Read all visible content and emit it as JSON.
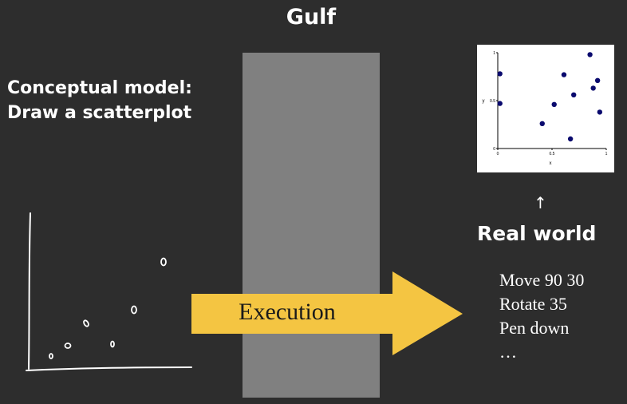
{
  "gulf_title": "Gulf",
  "conceptual_model": {
    "line1": "Conceptual model:",
    "line2": "Draw a scatterplot"
  },
  "execution_label": "Execution",
  "real_world_label": "Real world",
  "up_arrow_glyph": "↑",
  "commands": [
    "Move 90 30",
    "Rotate 35",
    "Pen down",
    "…"
  ],
  "colors": {
    "background": "#2d2d2d",
    "gulf_bar": "#808080",
    "arrow": "#f4c542",
    "point": "#0a0a6e"
  },
  "chart_data": {
    "type": "scatter",
    "xlabel": "x",
    "ylabel": "y",
    "xlim": [
      0,
      1
    ],
    "ylim": [
      0,
      1
    ],
    "x_ticks": [
      "0",
      "0.5",
      "1"
    ],
    "y_ticks": [
      "0",
      "0.5",
      "1"
    ],
    "points": [
      {
        "x": 0.02,
        "y": 0.78
      },
      {
        "x": 0.02,
        "y": 0.47
      },
      {
        "x": 0.41,
        "y": 0.26
      },
      {
        "x": 0.52,
        "y": 0.46
      },
      {
        "x": 0.61,
        "y": 0.77
      },
      {
        "x": 0.67,
        "y": 0.1
      },
      {
        "x": 0.7,
        "y": 0.56
      },
      {
        "x": 0.85,
        "y": 0.98
      },
      {
        "x": 0.88,
        "y": 0.63
      },
      {
        "x": 0.92,
        "y": 0.71
      },
      {
        "x": 0.94,
        "y": 0.38
      }
    ]
  }
}
